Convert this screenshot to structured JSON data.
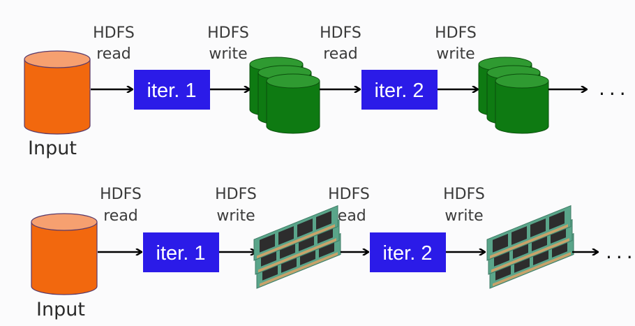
{
  "colors": {
    "input_db": "#f2680e",
    "iter_box": "#2b1be8",
    "hdfs_db": "#0e7a12",
    "arrow": "#000000"
  },
  "rows": [
    {
      "name": "disk-based",
      "input_label": "Input",
      "labels": [
        {
          "line1": "HDFS",
          "line2": "read"
        },
        {
          "line1": "HDFS",
          "line2": "write"
        },
        {
          "line1": "HDFS",
          "line2": "read"
        },
        {
          "line1": "HDFS",
          "line2": "write"
        }
      ],
      "iters": [
        "iter. 1",
        "iter. 2"
      ],
      "continuation": "..."
    },
    {
      "name": "memory-based",
      "input_label": "Input",
      "labels": [
        {
          "line1": "HDFS",
          "line2": "read"
        },
        {
          "line1": "HDFS",
          "line2": "write"
        },
        {
          "line1": "HDFS",
          "line2": "read"
        },
        {
          "line1": "HDFS",
          "line2": "write"
        }
      ],
      "iters": [
        "iter. 1",
        "iter. 2"
      ],
      "continuation": "..."
    }
  ]
}
